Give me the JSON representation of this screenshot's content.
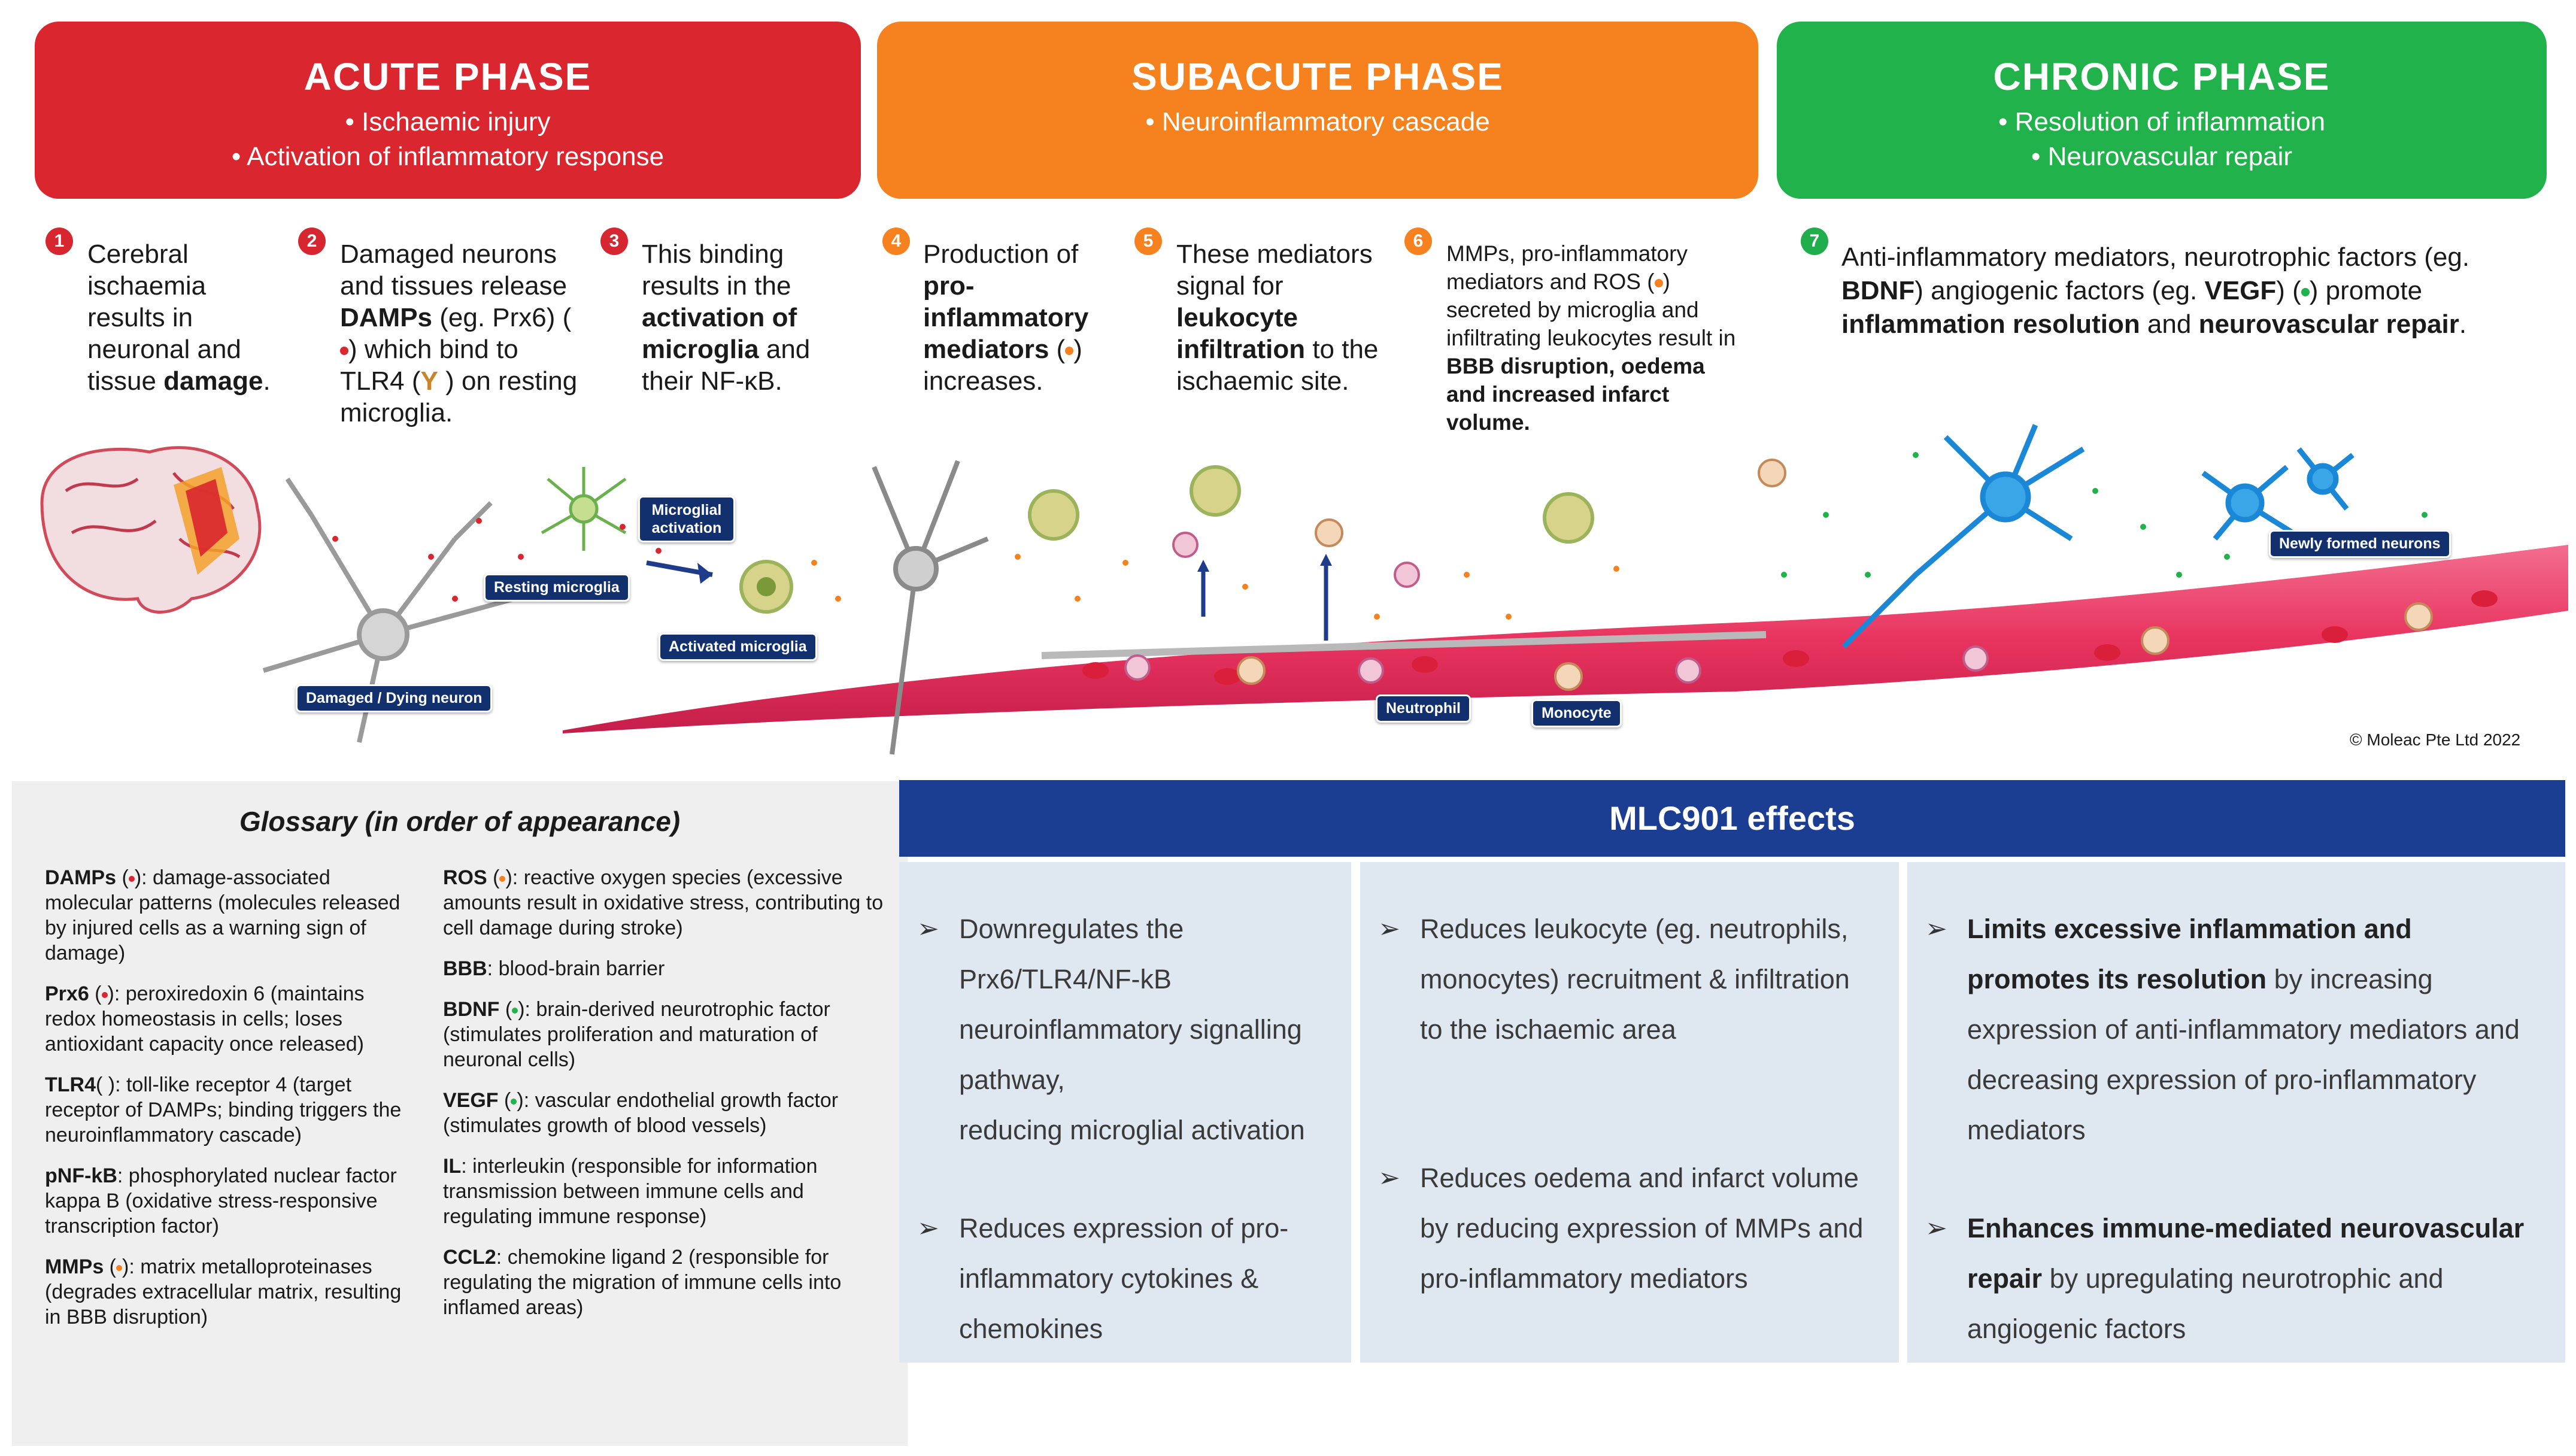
{
  "phases": {
    "acute": {
      "title": "ACUTE PHASE",
      "line1": "• Ischaemic  injury",
      "line2": "• Activation  of inflammatory  response",
      "color": "#d9262f"
    },
    "subacute": {
      "title": "SUBACUTE PHASE",
      "line1": "• Neuroinflammatory  cascade",
      "color": "#f5821f"
    },
    "chronic": {
      "title": "CHRONIC PHASE",
      "line1": "• Resolution  of inflammation",
      "line2": "• Neurovascular  repair",
      "color": "#21b24b"
    }
  },
  "steps": {
    "s1": {
      "num": "1",
      "t1": "Cerebral ischaemia results in neuronal and tissue ",
      "b1": "damage",
      "t2": "."
    },
    "s2": {
      "num": "2",
      "t1": "Damaged neurons and tissues release ",
      "b1": "DAMPs",
      "t2": " (eg. Prx6) (",
      "t3": ") which bind to TLR4 (",
      "t4": " ) on resting microglia."
    },
    "s3": {
      "num": "3",
      "t1": "This binding results in the ",
      "b1": "activation of microglia",
      "t2": " and their NF-κB."
    },
    "s4": {
      "num": "4",
      "t1": "Production of ",
      "b1": "pro-inflammatory mediators",
      "t2": " (",
      "t3": ") increases."
    },
    "s5": {
      "num": "5",
      "t1": "These mediators signal for ",
      "b1": "leukocyte infiltration",
      "t2": " to the ischaemic site."
    },
    "s6": {
      "num": "6",
      "t1": "MMPs, pro-inflammatory mediators and ROS (",
      "t2": ") secreted by microglia and infiltrating leukocytes result in ",
      "b1": "BBB disruption, oedema and increased infarct volume."
    },
    "s7": {
      "num": "7",
      "t1": "Anti-inflammatory  mediators,  neurotrophic  factors  (eg. ",
      "b1": "BDNF",
      "t2": ")  angiogenic  factors  (eg. ",
      "b2": "VEGF",
      "t3": ")  (",
      "t4": ")  promote ",
      "b3": "inflammation  resolution",
      "t5": "  and ",
      "b4": "neurovascular  repair",
      "t6": "."
    }
  },
  "illustration_labels": {
    "resting": "Resting microglia",
    "microglial_activation": "Microglial activation",
    "activated": "Activated microglia",
    "damaged_neuron": "Damaged / Dying neuron",
    "neutrophil": "Neutrophil",
    "monocyte": "Monocyte",
    "new_neurons": "Newly formed neurons",
    "copyright": "© Moleac Pte Ltd 2022"
  },
  "glossary": {
    "title": "Glossary (in order of appearance)",
    "left": [
      {
        "term": "DAMPs",
        "dot": "#d9262f",
        "def": ": damage-associated molecular patterns (molecules released by injured cells as a warning sign of damage)"
      },
      {
        "term": "Prx6",
        "dot": "#d9262f",
        "def": ": peroxiredoxin 6 (maintains redox homeostasis in cells; loses antioxidant capacity once released)"
      },
      {
        "term": "TLR4",
        "dot": "",
        "def": "(   ): toll-like receptor 4 (target receptor of DAMPs; binding triggers the neuroinflammatory cascade)"
      },
      {
        "term": "pNF-kB",
        "dot": "",
        "def": ": phosphorylated nuclear factor kappa B (oxidative stress-responsive transcription factor)"
      },
      {
        "term": "MMPs",
        "dot": "#f5821f",
        "def": ": matrix metalloproteinases (degrades extracellular matrix, resulting in BBB disruption)"
      }
    ],
    "right": [
      {
        "term": "ROS",
        "dot": "#f5821f",
        "def": ": reactive oxygen species (excessive amounts result in oxidative stress, contributing to cell damage during stroke)"
      },
      {
        "term": "BBB",
        "dot": "",
        "def": ": blood-brain barrier"
      },
      {
        "term": "BDNF",
        "dot": "#21b24b",
        "def": ": brain-derived neurotrophic factor (stimulates proliferation and maturation of neuronal cells)"
      },
      {
        "term": "VEGF",
        "dot": "#21b24b",
        "def": ": vascular endothelial growth factor (stimulates growth of blood vessels)"
      },
      {
        "term": "IL",
        "dot": "",
        "def": ": interleukin (responsible for information transmission between immune cells and regulating immune response)"
      },
      {
        "term": "CCL2",
        "dot": "",
        "def": ": chemokine ligand 2 (responsible for regulating the migration of immune cells into inflamed areas)"
      }
    ]
  },
  "mlc": {
    "title": "MLC901 effects",
    "c1a": "Downregulates  the Prx6/TLR4/NF-kB neuroinflammatory  signalling pathway,",
    "c1b": "reducing  microglial  activation",
    "c1c": "Reduces  expression  of  pro-inflammatory  cytokines  &  chemokines",
    "c2a": "Reduces  leukocyte  (eg. neutrophils,  monocytes) recruitment  &  infiltration  to  the ischaemic  area",
    "c2b": "Reduces  oedema  and  infarct volume  by  reducing  expression  of MMPs  and  pro-inflammatory mediators",
    "c3a_b": "Limits  excessive  inflammation  and promotes  its  resolution",
    "c3a_t": "  by  increasing expression  of  anti-inflammatory  mediators and  decreasing  expression  of  pro-inflammatory  mediators",
    "c3b_b": "Enhances  immune-mediated neurovascular  repair",
    "c3b_t": "  by  upregulating neurotrophic  and  angiogenic  factors"
  },
  "colors": {
    "red": "#d9262f",
    "orange": "#f5821f",
    "green": "#21b24b",
    "navy": "#1b3d92",
    "vessel": "#e8345f"
  }
}
